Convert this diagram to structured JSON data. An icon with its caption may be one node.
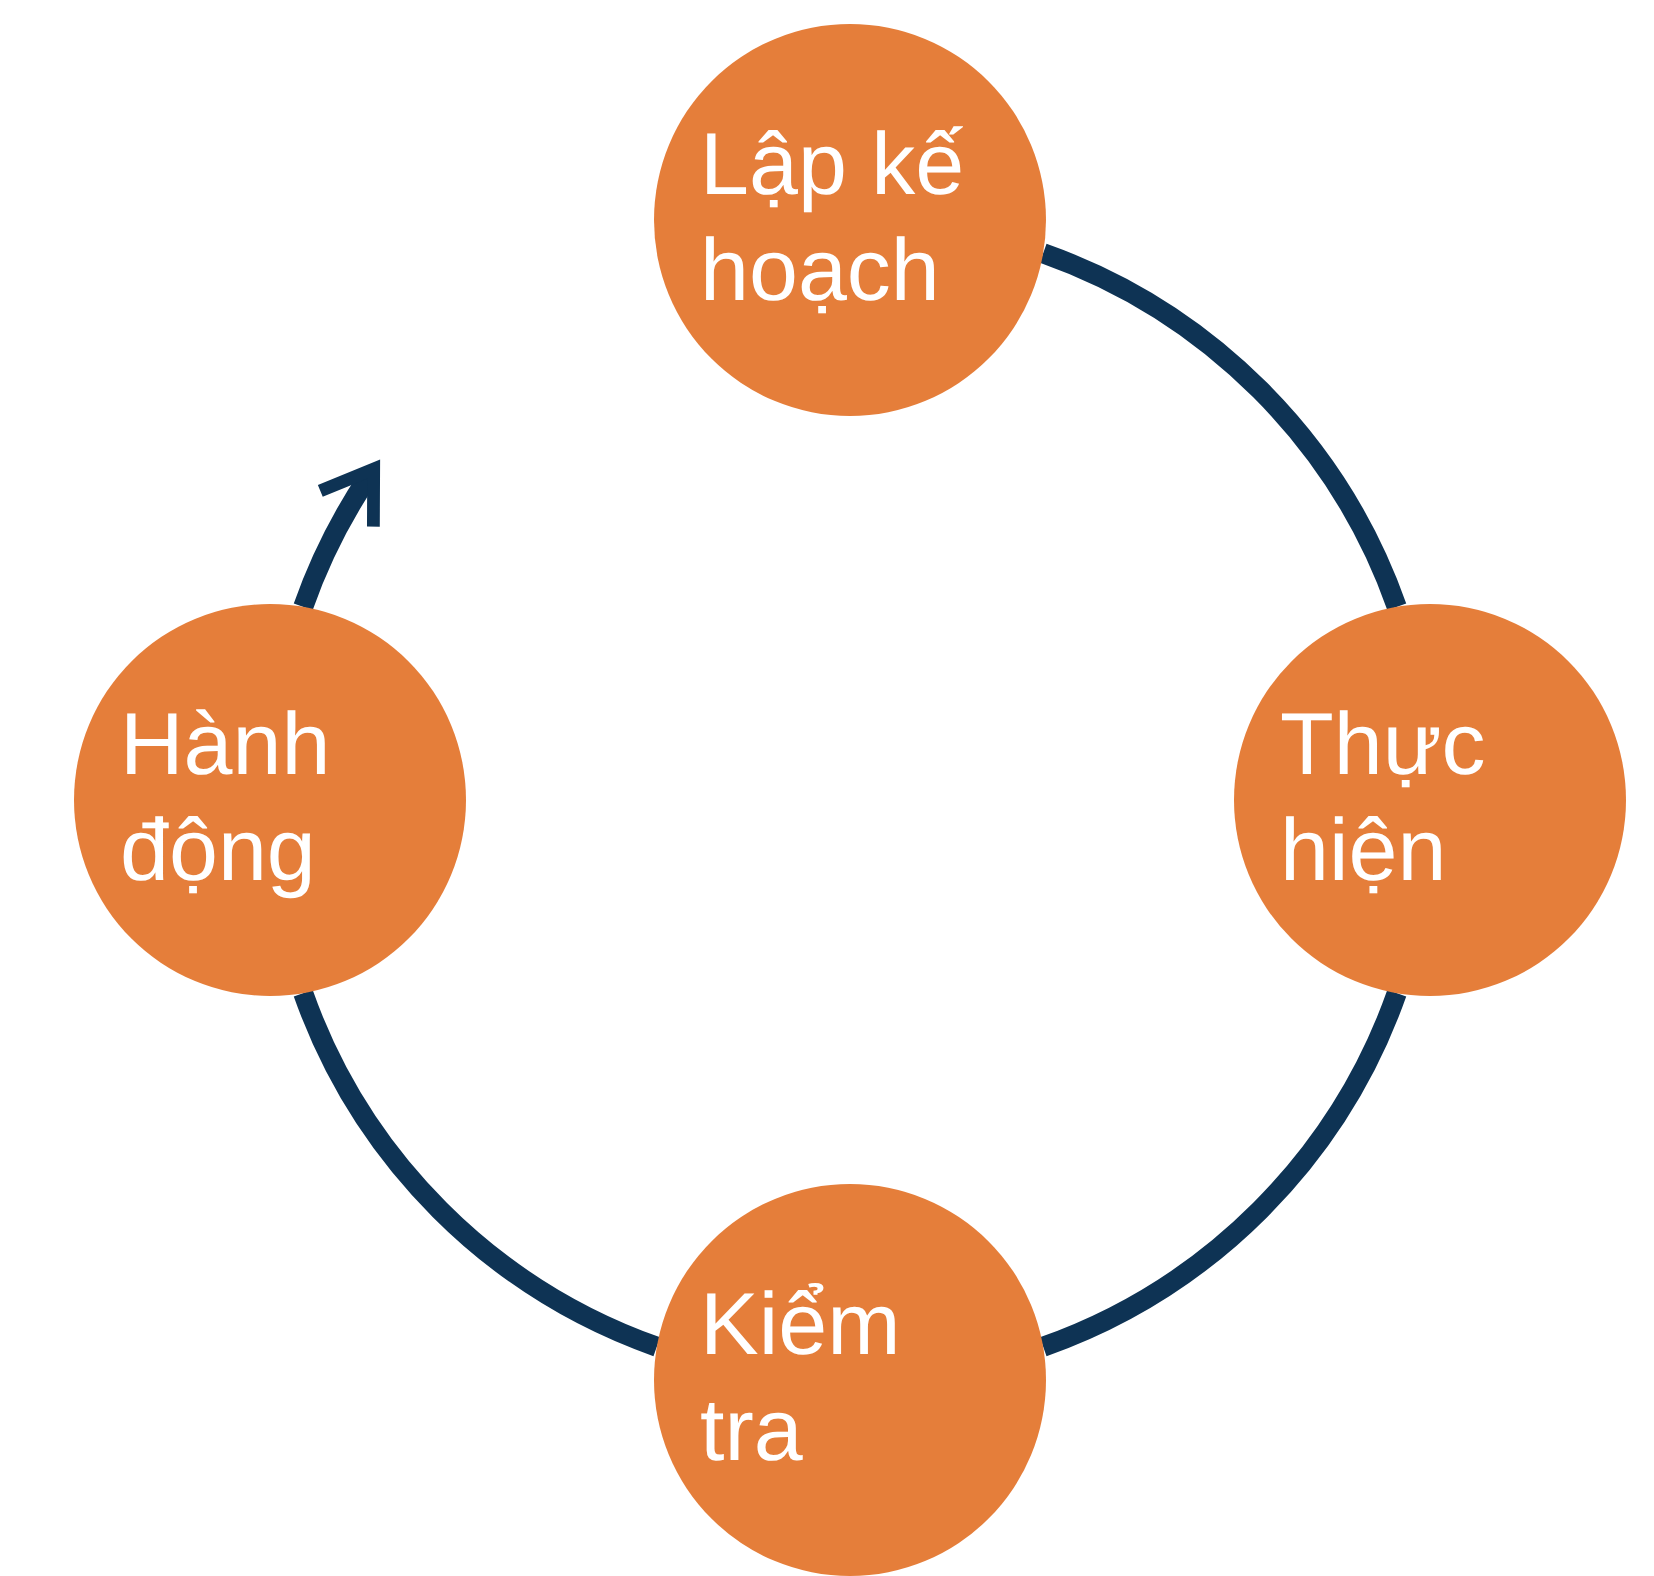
{
  "diagram": {
    "nodes": [
      {
        "text": [
          "Lập kế hoạch"
        ]
      },
      {
        "text": [
          "Thực hiện"
        ]
      },
      {
        "text": [
          "Kiểm tra"
        ]
      },
      {
        "text": [
          "Hành động"
        ]
      }
    ],
    "edges": [
      {
        "from": 0,
        "to": 1,
        "arrow": "none"
      },
      {
        "from": 1,
        "to": 2,
        "arrow": "none"
      },
      {
        "from": 2,
        "to": 3,
        "arrow": "none"
      },
      {
        "from": 3,
        "to": null,
        "arrow": "to"
      }
    ]
  }
}
